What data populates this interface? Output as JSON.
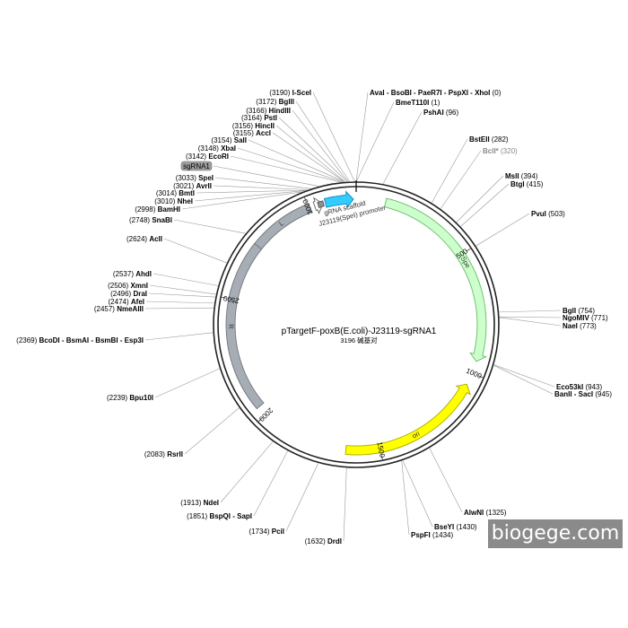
{
  "map": {
    "title": "pTargetF-poxB(E.coli)-J23119-sgRNA1",
    "subtitle": "3196 碱基对",
    "total_bp": 3196
  },
  "features": [
    {
      "id": "spec",
      "label": "Spe",
      "start": 120,
      "end": 950,
      "dir": "cw",
      "ring": "inner",
      "fill": "#ccffcc",
      "stroke": "#66bb66"
    },
    {
      "id": "ori",
      "label": "ori",
      "start": 1050,
      "end": 1640,
      "dir": "ccw",
      "ring": "inner",
      "fill": "#ffff00",
      "stroke": "#aaaa00"
    },
    {
      "id": "R",
      "label": "R",
      "start": 2040,
      "end": 2740,
      "dir": "none",
      "ring": "inner",
      "fill": "#a7adb5",
      "stroke": "#6f757c"
    },
    {
      "id": "L",
      "label": "L",
      "start": 2740,
      "end": 3005,
      "dir": "none",
      "ring": "inner",
      "fill": "#a7adb5",
      "stroke": "#6f757c"
    },
    {
      "id": "promoter",
      "label": "J23119(SpeI) promoter",
      "start": 3025,
      "end": 3060,
      "dir": "cw",
      "ring": "inner",
      "fill": "#ffffff",
      "stroke": "#666666"
    },
    {
      "id": "gRNA",
      "label": "gRNA scaffold",
      "start": 3070,
      "end": 3185,
      "dir": "cw",
      "ring": "inner",
      "fill": "#33ccff",
      "stroke": "#1188bb"
    },
    {
      "id": "sgRNA1",
      "label": "sgRNA1",
      "start": 3040,
      "end": 3062,
      "dir": "none",
      "ring": "inner2",
      "fill": "#909090",
      "stroke": "#555555"
    }
  ],
  "ticks": [
    "500",
    "1000",
    "1500",
    "2000",
    "2500",
    "3000"
  ],
  "sites": [
    {
      "name": "I-SceI",
      "pos": "(3190)",
      "bp": 3190,
      "side": "left"
    },
    {
      "name": "BglII",
      "pos": "(3172)",
      "bp": 3172,
      "side": "left"
    },
    {
      "name": "HindIII",
      "pos": "(3166)",
      "bp": 3166,
      "side": "left"
    },
    {
      "name": "PstI",
      "pos": "(3164)",
      "bp": 3164,
      "side": "left"
    },
    {
      "name": "HincII",
      "pos": "(3156)",
      "bp": 3156,
      "side": "left"
    },
    {
      "name": "AccI",
      "pos": "(3155)",
      "bp": 3155,
      "side": "left"
    },
    {
      "name": "SalI",
      "pos": "(3154)",
      "bp": 3154,
      "side": "left"
    },
    {
      "name": "XbaI",
      "pos": "(3148)",
      "bp": 3148,
      "side": "left"
    },
    {
      "name": "EcoRI",
      "pos": "(3142)",
      "bp": 3142,
      "side": "left"
    },
    {
      "name": "sgRNA1",
      "pos": "",
      "bp": 3062,
      "side": "left",
      "badge": true
    },
    {
      "name": "SpeI",
      "pos": "(3033)",
      "bp": 3033,
      "side": "left"
    },
    {
      "name": "AvrII",
      "pos": "(3021)",
      "bp": 3021,
      "side": "left"
    },
    {
      "name": "BmtI",
      "pos": "(3014)",
      "bp": 3014,
      "side": "left"
    },
    {
      "name": "NheI",
      "pos": "(3010)",
      "bp": 3010,
      "side": "left"
    },
    {
      "name": "BamHI",
      "pos": "(2998)",
      "bp": 2998,
      "side": "left"
    },
    {
      "name": "SnaBI",
      "pos": "(2748)",
      "bp": 2748,
      "side": "left"
    },
    {
      "name": "AclI",
      "pos": "(2624)",
      "bp": 2624,
      "side": "left"
    },
    {
      "name": "AhdI",
      "pos": "(2537)",
      "bp": 2537,
      "side": "left"
    },
    {
      "name": "XmnI",
      "pos": "(2506)",
      "bp": 2506,
      "side": "left"
    },
    {
      "name": "DraI",
      "pos": "(2496)",
      "bp": 2496,
      "side": "left"
    },
    {
      "name": "AfeI",
      "pos": "(2474)",
      "bp": 2474,
      "side": "left"
    },
    {
      "name": "NmeAIII",
      "pos": "(2457)",
      "bp": 2457,
      "side": "left"
    },
    {
      "name": "BcoDI - BsmAI - BsmBI - Esp3I",
      "pos": "(2369)",
      "bp": 2369,
      "side": "left"
    },
    {
      "name": "Bpu10I",
      "pos": "(2239)",
      "bp": 2239,
      "side": "left"
    },
    {
      "name": "RsrII",
      "pos": "(2083)",
      "bp": 2083,
      "side": "left"
    },
    {
      "name": "NdeI",
      "pos": "(1913)",
      "bp": 1913,
      "side": "left"
    },
    {
      "name": "BspQI - SapI",
      "pos": "(1851)",
      "bp": 1851,
      "side": "left"
    },
    {
      "name": "PciI",
      "pos": "(1734)",
      "bp": 1734,
      "side": "left"
    },
    {
      "name": "DrdI",
      "pos": "(1632)",
      "bp": 1632,
      "side": "left"
    },
    {
      "name": "AvaI - BsoBI - PaeR7I - PspXI - XhoI",
      "pos": "(0)",
      "bp": 0,
      "side": "right"
    },
    {
      "name": "BmeT110I",
      "pos": "(1)",
      "bp": 1,
      "side": "right"
    },
    {
      "name": "PshAI",
      "pos": "(96)",
      "bp": 96,
      "side": "right"
    },
    {
      "name": "BstEII",
      "pos": "(282)",
      "bp": 282,
      "side": "right"
    },
    {
      "name": "BclI*",
      "pos": "(320)",
      "bp": 320,
      "side": "right",
      "gray": true
    },
    {
      "name": "MslI",
      "pos": "(394)",
      "bp": 394,
      "side": "right"
    },
    {
      "name": "BtgI",
      "pos": "(415)",
      "bp": 415,
      "side": "right"
    },
    {
      "name": "PvuI",
      "pos": "(503)",
      "bp": 503,
      "side": "right"
    },
    {
      "name": "BglI",
      "pos": "(754)",
      "bp": 754,
      "side": "right"
    },
    {
      "name": "NgoMIV",
      "pos": "(771)",
      "bp": 771,
      "side": "right"
    },
    {
      "name": "NaeI",
      "pos": "(773)",
      "bp": 773,
      "side": "right"
    },
    {
      "name": "Eco53kI",
      "pos": "(943)",
      "bp": 943,
      "side": "right"
    },
    {
      "name": "BanII - SacI",
      "pos": "(945)",
      "bp": 945,
      "side": "right"
    },
    {
      "name": "AlwNI",
      "pos": "(1325)",
      "bp": 1325,
      "side": "right"
    },
    {
      "name": "BseYI",
      "pos": "(1430)",
      "bp": 1430,
      "side": "right"
    },
    {
      "name": "PspFI",
      "pos": "(1434)",
      "bp": 1434,
      "side": "right"
    }
  ],
  "watermark": {
    "text": "biogege.com"
  }
}
